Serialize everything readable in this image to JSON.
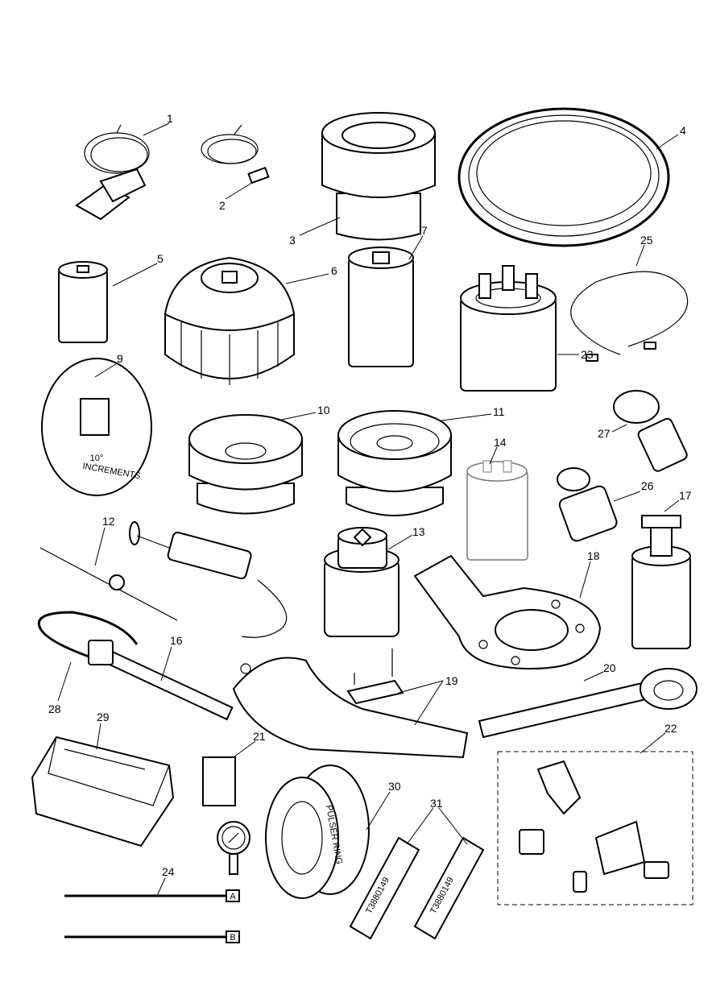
{
  "diagram": {
    "labels": {
      "n1": "1",
      "n2": "2",
      "n3": "3",
      "n4": "4",
      "n5": "5",
      "n6": "6",
      "n7": "7",
      "n9": "9",
      "n10": "10",
      "n11": "11",
      "n12": "12",
      "n13": "13",
      "n14": "14",
      "n16": "16",
      "n17": "17",
      "n18": "18",
      "n19": "19",
      "n20": "20",
      "n21": "21",
      "n22": "22",
      "n23": "23",
      "n24": "24",
      "n25": "25",
      "n26": "26",
      "n27": "27",
      "n28": "28",
      "n29": "29",
      "n30": "30",
      "n31": "31"
    },
    "degree_wheel": {
      "line1": "10°",
      "line2": "INCREMENTS"
    },
    "pulser_ring_text": "PULSER RING",
    "block_part_number": "T3880149",
    "fitting_a": "A",
    "fitting_b": "B"
  }
}
